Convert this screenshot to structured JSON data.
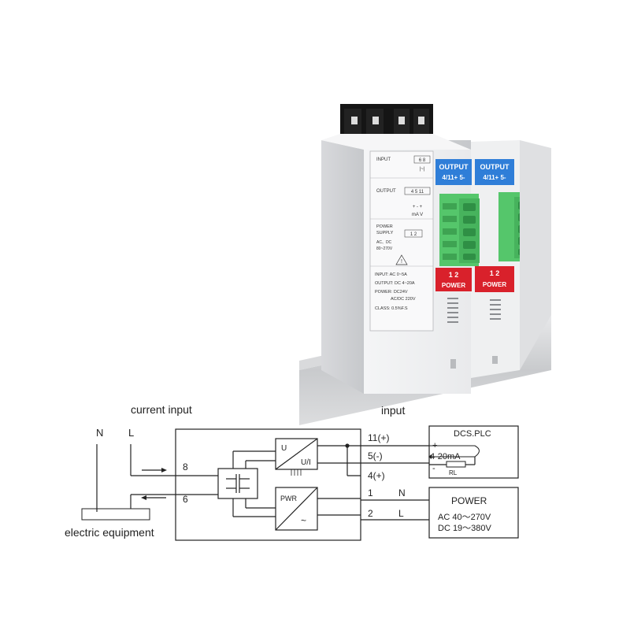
{
  "product": {
    "front_panel": {
      "input_label": "INPUT",
      "input_terminals": "6 8",
      "input_symbol": "|~|",
      "output_label": "OUTPUT",
      "output_terminals": "4 5 11",
      "output_signs": "+ - +",
      "output_units": "mA  V",
      "power_label_1": "POWER",
      "power_label_2": "SUPPLY",
      "power_terminals": "1 2",
      "power_ac_dc": "AC、DC",
      "power_range": "80~270V",
      "spec_input": "INPUT:  AC  0~5A",
      "spec_output": "OUTPUT:  DC  4~20A",
      "spec_power_1": "POWER:  DC24V",
      "spec_power_2": "AC/DC 220V",
      "spec_class": "CLASS:  0.5%F.S"
    },
    "blue_label": "OUTPUT",
    "blue_pins": "4/11+  5-",
    "red_pins": "1    2",
    "red_label": "POWER",
    "colors": {
      "housing": "#ecedef",
      "blue": "#2f7ed8",
      "red": "#d9212b",
      "green_terminal": "#55c66b",
      "black_terminal": "#151515",
      "rail": "#c9cbce"
    }
  },
  "diagram": {
    "title_current_input": "current input",
    "title_input": "input",
    "label_N": "N",
    "label_L": "L",
    "terminal_8": "8",
    "terminal_6": "6",
    "converter_U": "U",
    "converter_UI": "U/I",
    "psu_label": "PWR",
    "psu_symbol": "~",
    "out_11": "11(+)",
    "out_5": "5(-)",
    "out_4": "4(+)",
    "pwr_1": "1",
    "pwr_N": "N",
    "pwr_2": "2",
    "pwr_L": "L",
    "dcs_title": "DCS.PLC",
    "dcs_current": "4-20mA",
    "dcs_plus": "+",
    "dcs_minus": "-",
    "dcs_rl": "RL",
    "power_box_title": "POWER",
    "power_box_ac": "AC 40～270V",
    "power_box_dc": "DC 19～380V",
    "equipment_label": "electric equipment"
  }
}
